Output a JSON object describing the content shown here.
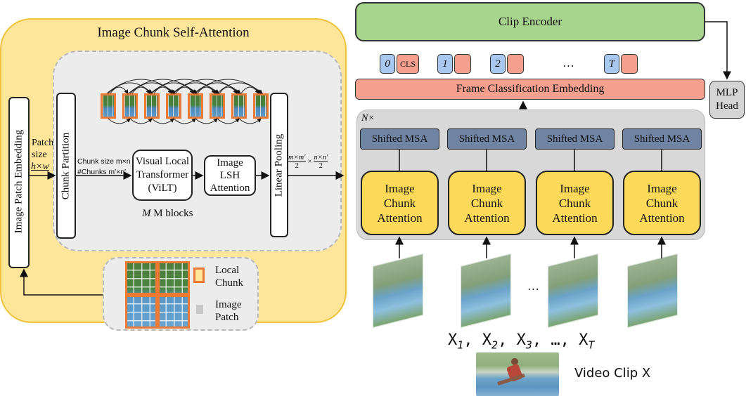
{
  "left_panel": {
    "title": "Image Chunk Self-Attention",
    "image_patch_embedding": "Image Patch Embedding",
    "patch_size_line1": "Patch",
    "patch_size_line2": "size",
    "patch_size_value": "h×w",
    "chunk_partition": "Chunk Partition",
    "chunk_size_label": "Chunk size m×n",
    "num_chunks_label": "#Chunks m′×n′",
    "vilt_line1": "Visual Local",
    "vilt_line2": "Transformer",
    "vilt_line3": "(ViLT)",
    "m_blocks": "M blocks",
    "lsh_line1": "Image",
    "lsh_line2": "LSH",
    "lsh_line3": "Attention",
    "linear_pooling": "Linear Pooling",
    "frac1_num": "m×m′",
    "frac1_den": "2",
    "times": "×",
    "frac2_num": "n×n′",
    "frac2_den": "2",
    "legend_local_chunk_1": "Local",
    "legend_local_chunk_2": "Chunk",
    "legend_image_patch_1": "Image",
    "legend_image_patch_2": "Patch"
  },
  "right_panel": {
    "clip_encoder": "Clip Encoder",
    "tokens": [
      {
        "index": "0",
        "extra": "CLS"
      },
      {
        "index": "1",
        "extra": ""
      },
      {
        "index": "2",
        "extra": ""
      },
      {
        "index": "T",
        "extra": ""
      }
    ],
    "token_ellipsis": "…",
    "frame_classification": "Frame Classification Embedding",
    "mlp_head_line1": "MLP",
    "mlp_head_line2": "Head",
    "n_times": "N×",
    "shifted_msa": [
      "Shifted MSA",
      "Shifted MSA",
      "Shifted MSA",
      "Shifted MSA"
    ],
    "attention_blocks": [
      [
        "Image",
        "Chunk",
        "Attention"
      ],
      [
        "Image",
        "Chunk",
        "Attention"
      ],
      [
        "Image",
        "Chunk",
        "Attention"
      ],
      [
        "Image",
        "Chunk",
        "Attention"
      ]
    ],
    "frame_ellipsis": "…",
    "x_sequence": "X",
    "x_sub": [
      "1",
      "2",
      "3",
      "…",
      "T"
    ],
    "video_clip_label": "Video Clip X"
  },
  "colors": {
    "yellow_panel": "#fde59a",
    "yellow_block": "#fdd95a",
    "green_encoder": "#a8d58d",
    "salmon": "#f5a08f",
    "blue_token": "#a9c8ef",
    "slate_msa": "#6f84a3",
    "gray_panel": "#d8d8d8",
    "orange_chunk": "#ec7a34"
  }
}
